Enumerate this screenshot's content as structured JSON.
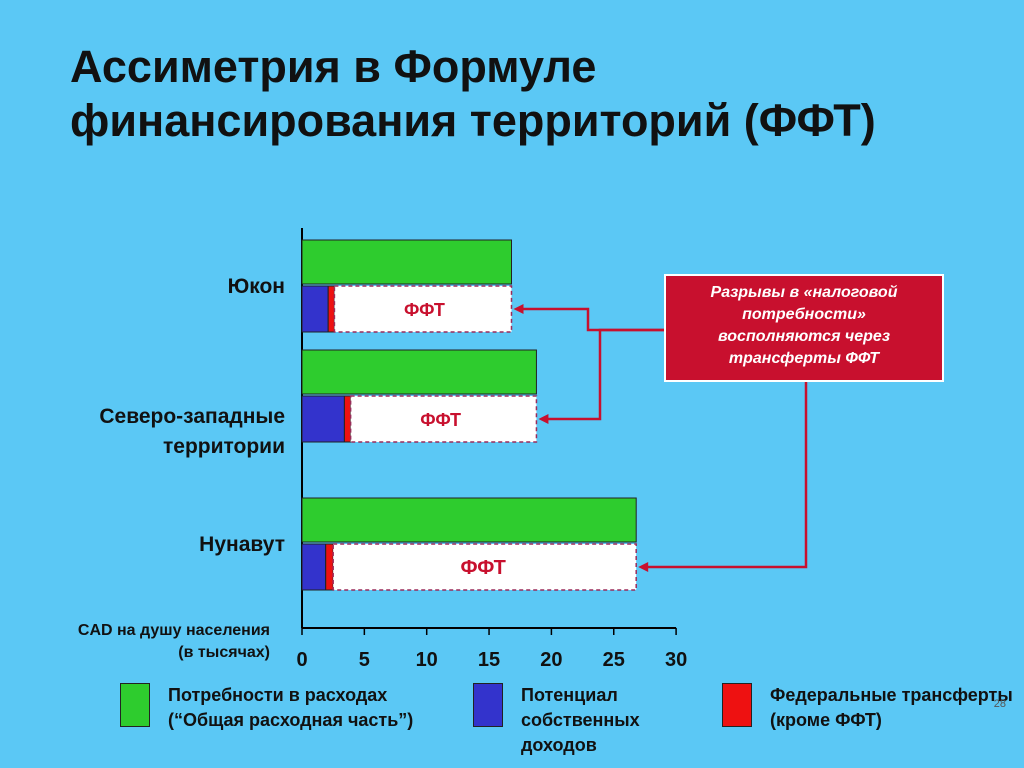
{
  "title": {
    "line1": "Ассиметрия в Формуле",
    "line2": "финансирования территорий (ФФТ)"
  },
  "chart_data": {
    "type": "bar",
    "orientation": "horizontal",
    "categories": [
      "Юкон",
      "Северо-западные территории",
      "Нунавут"
    ],
    "category_labels": [
      [
        "Юкон"
      ],
      [
        "Северо-западные",
        "территории"
      ],
      [
        "Нунавут"
      ]
    ],
    "series": [
      {
        "name": "Потребности в расходах (“Общая расходная часть”)",
        "values": [
          16.8,
          18.8,
          26.8
        ],
        "color": "#2ecc2e"
      },
      {
        "name": "Потенциал собственных доходов",
        "values": [
          2.1,
          3.4,
          1.9
        ],
        "color": "#3333cc"
      },
      {
        "name": "Федеральные трансферты (кроме ФФТ)",
        "values": [
          0.5,
          0.5,
          0.6
        ],
        "color": "#ee1111"
      },
      {
        "name": "ФФТ",
        "values": [
          14.2,
          14.9,
          24.3
        ],
        "color": "#ffffff"
      }
    ],
    "stacked_bar_label": "ФФТ",
    "xlim": [
      0,
      30
    ],
    "xticks": [
      "0",
      "5",
      "10",
      "15",
      "20",
      "25",
      "30"
    ],
    "xlabel": [
      "CAD на душу населения",
      "(в тысячах)"
    ],
    "grid": false
  },
  "callout": {
    "lines": [
      "Разрывы в «налоговой",
      "потребности»",
      "восполняются через",
      "трансферты ФФТ"
    ]
  },
  "legend": [
    {
      "lines": [
        "Потребности в расходах",
        "(“Общая расходная часть”)"
      ],
      "color": "#2ecc2e"
    },
    {
      "lines": [
        "Потенциал",
        "собственных",
        "доходов"
      ],
      "color": "#3333cc"
    },
    {
      "lines": [
        "Федеральные трансферты",
        "(кроме ФФТ)"
      ],
      "color": "#ee1111"
    }
  ],
  "page_number": "28",
  "colors": {
    "background": "#5bc8f5",
    "accent": "#c8102e"
  }
}
